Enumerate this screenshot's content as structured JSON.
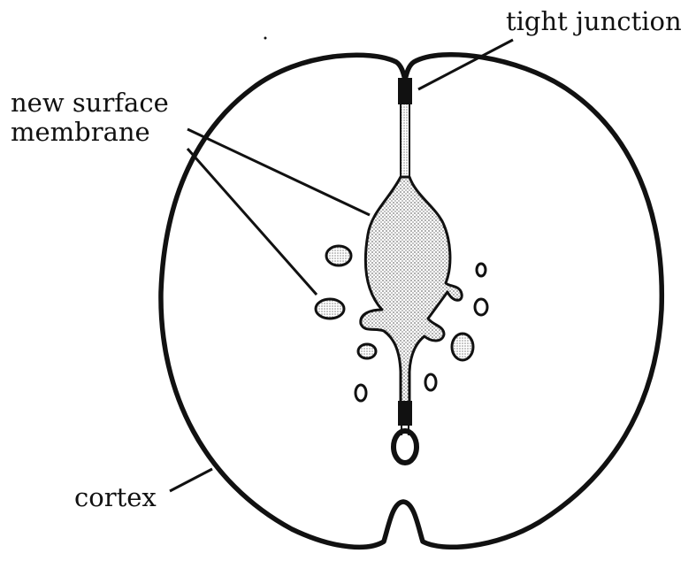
{
  "labels": {
    "tight_junction": "tight junction",
    "new_surface_membrane_line1": "new surface",
    "new_surface_membrane_line2": "membrane",
    "cortex": "cortex"
  },
  "colors": {
    "ink": "#111111",
    "stipple": "#8a8a8a",
    "background": "#ffffff"
  }
}
